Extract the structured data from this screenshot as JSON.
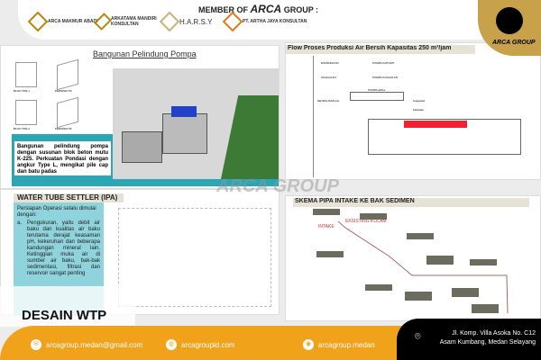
{
  "header": {
    "member_prefix": "MEMBER OF",
    "member_brand": "ARCA",
    "member_suffix": "GROUP :",
    "partners": [
      "ARCA MAKMUR ABADI",
      "ARKATAMA MANDIRI KONSULTAN",
      "H.A.R.S.Y",
      "PT. ARTHA JAYA KONSULTAN"
    ]
  },
  "logo": {
    "text": "ARCA GROUP"
  },
  "watermark": "ARCA GROUP",
  "pump": {
    "title": "Bangunan Pelindung Pompa",
    "labels": [
      "BLOK TIPE 1",
      "PERSPEKTIF",
      "BLOK TIPE 2",
      "PERSPEKTIF"
    ],
    "description": "Bangunan pelindung pompa dengan susunan blok beton mutu K-225. Perkuatan Pondasi dengan angkur Type L, mengikat pile cap dan batu padas"
  },
  "settler": {
    "title": "WATER TUBE SETTLER (IPA)",
    "intro": "Persiapan Operasi selalu dimulai dengan:",
    "item_a_marker": "a.",
    "item_a": "Pengukuran, yaitu debit air baku dan kualitas air baku terutama derajat keasaman pH, kekeruhan dan beberapa kandungan mineral lain. Ketinggian muka air di sumber air baku, bak-bak sedimentasi, filtrasi dan reservoir sangat penting"
  },
  "flow": {
    "title": "Flow Proses Produksi Air Bersih Kapasitas 250 m³/jam",
    "labels": [
      "DISINFEKTAN",
      "POMPA KAPORIT",
      "KOAGULAN",
      "POMPA KOAGULAN",
      "POMPA AWAL",
      "NETRALISASI pH",
      "Koagulasi",
      "Flokulasi"
    ]
  },
  "schema": {
    "title": "SKEMA PIPA INTAKE KE BAK SEDIMEN",
    "intake": "INTAKE",
    "existing": "EKSISTING KOLAM"
  },
  "page_title": "DESAIN WTP",
  "footer": {
    "email": "arcagroup.medan@gmail.com",
    "website": "arcagroupid.com",
    "instagram": "arcagroup.medan",
    "address_line1": "Jl. Komp. Villa Asoka No. C12",
    "address_line2": "Asam Kumbang, Medan Selayang"
  },
  "colors": {
    "orange": "#f0a21b",
    "teal": "#2aa6b5",
    "gold": "#c8a24a"
  }
}
